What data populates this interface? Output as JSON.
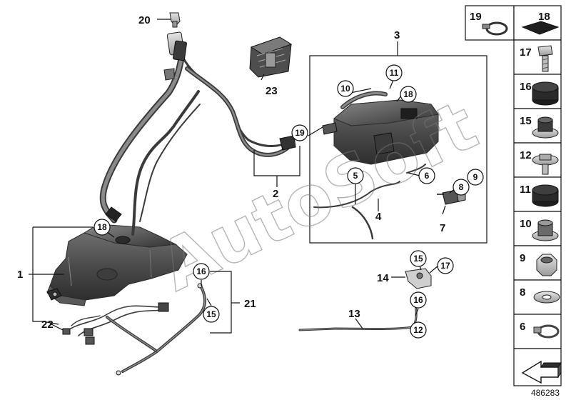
{
  "callouts": {
    "c1": "1",
    "c2": "2",
    "c3": "3",
    "c4": "4",
    "c5": "5",
    "c6": "6",
    "c7": "7",
    "c8": "8",
    "c9": "9",
    "c10": "10",
    "c11": "11",
    "c12": "12",
    "c13": "13",
    "c14": "14",
    "c15a": "15",
    "c15b": "15",
    "c16a": "16",
    "c16b": "16",
    "c17": "17",
    "c18a": "18",
    "c18b": "18",
    "c19": "19",
    "c20": "20",
    "c21": "21",
    "c22": "22",
    "c23": "23"
  },
  "sidebar": [
    "19",
    "18",
    "17",
    "16",
    "15",
    "12",
    "11",
    "10",
    "9",
    "8",
    "6"
  ],
  "watermark": "AutoSoft",
  "reference_number": "486283"
}
